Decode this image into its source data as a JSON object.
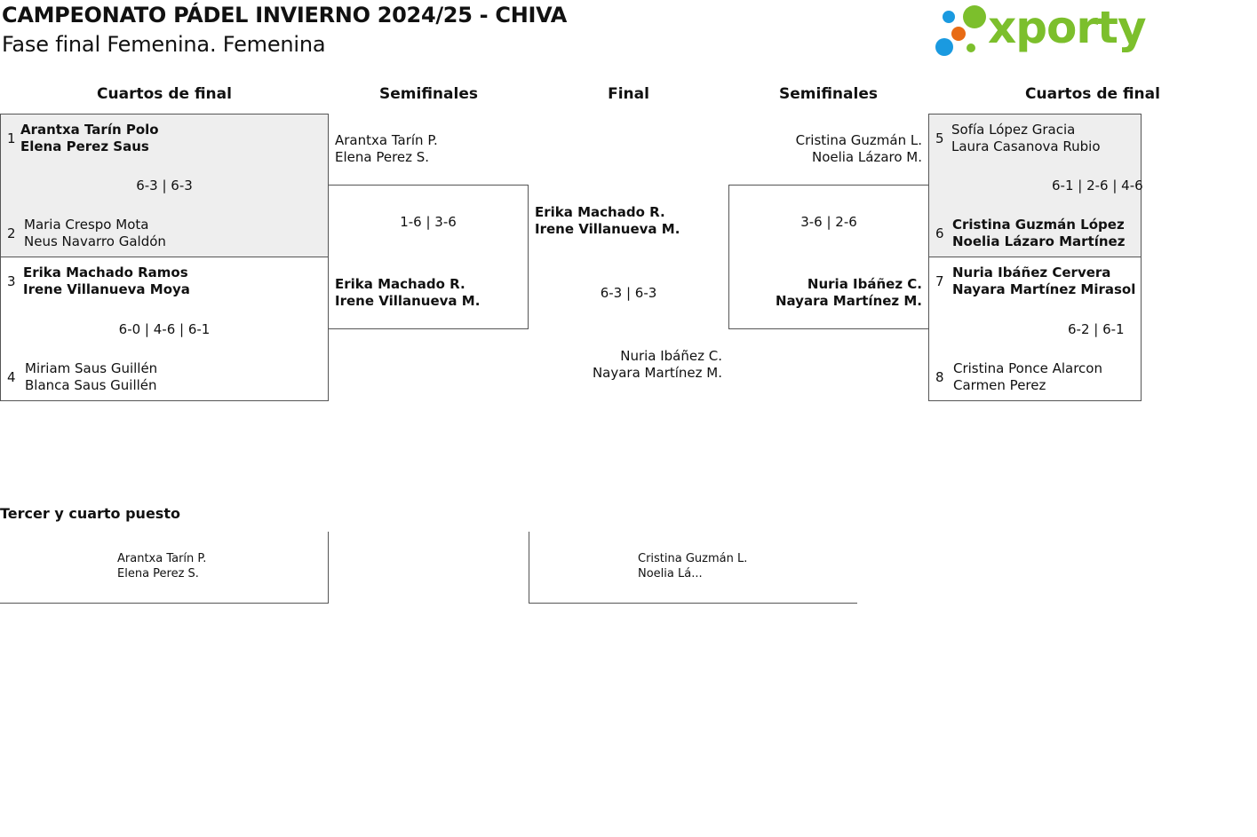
{
  "header": {
    "title": "CAMPEONATO PÁDEL INVIERNO 2024/25 - CHIVA",
    "subtitle": "Fase final Femenina. Femenina",
    "logo_text": "xporty"
  },
  "colors": {
    "logo_green": "#7cbf2c",
    "logo_blue": "#1a9ae0",
    "logo_orange": "#e86b14",
    "winner_shade": "#eeeeee"
  },
  "rounds": {
    "left_qf": "Cuartos de final",
    "left_sf": "Semifinales",
    "final": "Final",
    "right_sf": "Semifinales",
    "right_qf": "Cuartos de final"
  },
  "left_qf": {
    "m1": {
      "seed_a": "1",
      "a1": "Arantxa Tarín Polo",
      "a2": "Elena Perez Saus",
      "score": "6-3 | 6-3",
      "seed_b": "2",
      "b1": "Maria Crespo Mota",
      "b2": "Neus Navarro Galdón"
    },
    "m2": {
      "seed_a": "3",
      "a1": "Erika Machado Ramos",
      "a2": "Irene Villanueva Moya",
      "score": "6-0 | 4-6 | 6-1",
      "seed_b": "4",
      "b1": "Miriam Saus Guillén",
      "b2": "Blanca Saus Guillén"
    }
  },
  "left_sf": {
    "a1": "Arantxa Tarín P.",
    "a2": "Elena Perez S.",
    "score": "1-6 | 3-6",
    "b1": "Erika Machado R.",
    "b2": "Irene Villanueva M."
  },
  "final": {
    "a1": "Erika Machado R.",
    "a2": "Irene Villanueva M.",
    "score": "6-3 | 6-3",
    "b1": "Nuria Ibáñez C.",
    "b2": "Nayara Martínez M."
  },
  "right_sf": {
    "a1": "Cristina Guzmán L.",
    "a2": "Noelia Lázaro M.",
    "score": "3-6 | 2-6",
    "b1": "Nuria Ibáñez C.",
    "b2": "Nayara Martínez M."
  },
  "right_qf": {
    "m1": {
      "seed_a": "5",
      "a1": "Sofía López Gracia",
      "a2": "Laura Casanova Rubio",
      "score": "6-1 | 2-6 | 4-6",
      "seed_b": "6",
      "b1": "Cristina Guzmán López",
      "b2": "Noelia Lázaro Martínez"
    },
    "m2": {
      "seed_a": "7",
      "a1": "Nuria Ibáñez Cervera",
      "a2": "Nayara Martínez Mirasol",
      "score": "6-2 | 6-1",
      "seed_b": "8",
      "b1": "Cristina Ponce Alarcon",
      "b2": "Carmen Perez"
    }
  },
  "third_place": {
    "title": "Tercer y cuarto puesto",
    "a1": "Arantxa Tarín P.",
    "a2": "Elena Perez S.",
    "b1": "Cristina Guzmán L.",
    "b2": "Noelia Lá..."
  }
}
